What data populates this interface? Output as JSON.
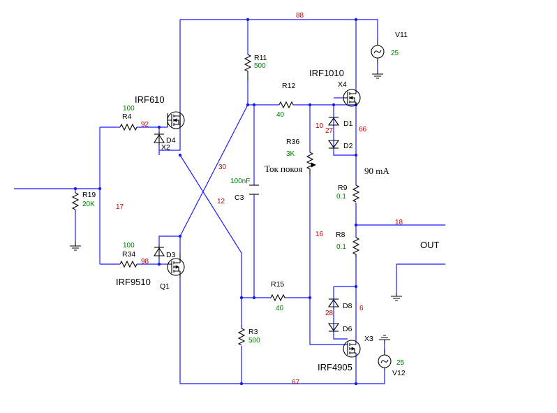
{
  "components": {
    "r11": {
      "name": "R11",
      "value": "500"
    },
    "r12": {
      "name": "R12",
      "value": "40"
    },
    "r36": {
      "name": "R36",
      "value": "3K"
    },
    "r4": {
      "name": "R4",
      "value": "100"
    },
    "r19": {
      "name": "R19",
      "value": "20K"
    },
    "r34": {
      "name": "R34",
      "value": "100"
    },
    "r15": {
      "name": "R15",
      "value": "40"
    },
    "r3": {
      "name": "R3",
      "value": "500"
    },
    "r9": {
      "name": "R9",
      "value": "0.1"
    },
    "r8": {
      "name": "R8",
      "value": "0.1"
    },
    "c3": {
      "name": "C3",
      "value": "100nF"
    },
    "v11": {
      "name": "V11",
      "value": "25"
    },
    "v12": {
      "name": "V12",
      "value": "25"
    },
    "q_top_left": {
      "model": "IRF610",
      "ref": "X2"
    },
    "q_bot_left": {
      "model": "IRF9510",
      "ref": "Q1"
    },
    "q_top_right": {
      "model": "IRF1010",
      "ref": "X4"
    },
    "q_bot_right": {
      "model": "IRF4905",
      "ref": "X3"
    },
    "d1": "D1",
    "d2": "D2",
    "d3": "D3",
    "d4": "D4",
    "d6": "D6",
    "d8": "D8"
  },
  "nodes": {
    "n88": "88",
    "n92": "92",
    "n98": "98",
    "n17": "17",
    "n30": "30",
    "n12": "12",
    "n10": "10",
    "n27": "27",
    "n66": "66",
    "n16": "16",
    "n18": "18",
    "n6": "6",
    "n28": "28",
    "n67": "67"
  },
  "annotations": {
    "bias": "Ток покоя",
    "current": "90  mA",
    "out": "OUT"
  }
}
